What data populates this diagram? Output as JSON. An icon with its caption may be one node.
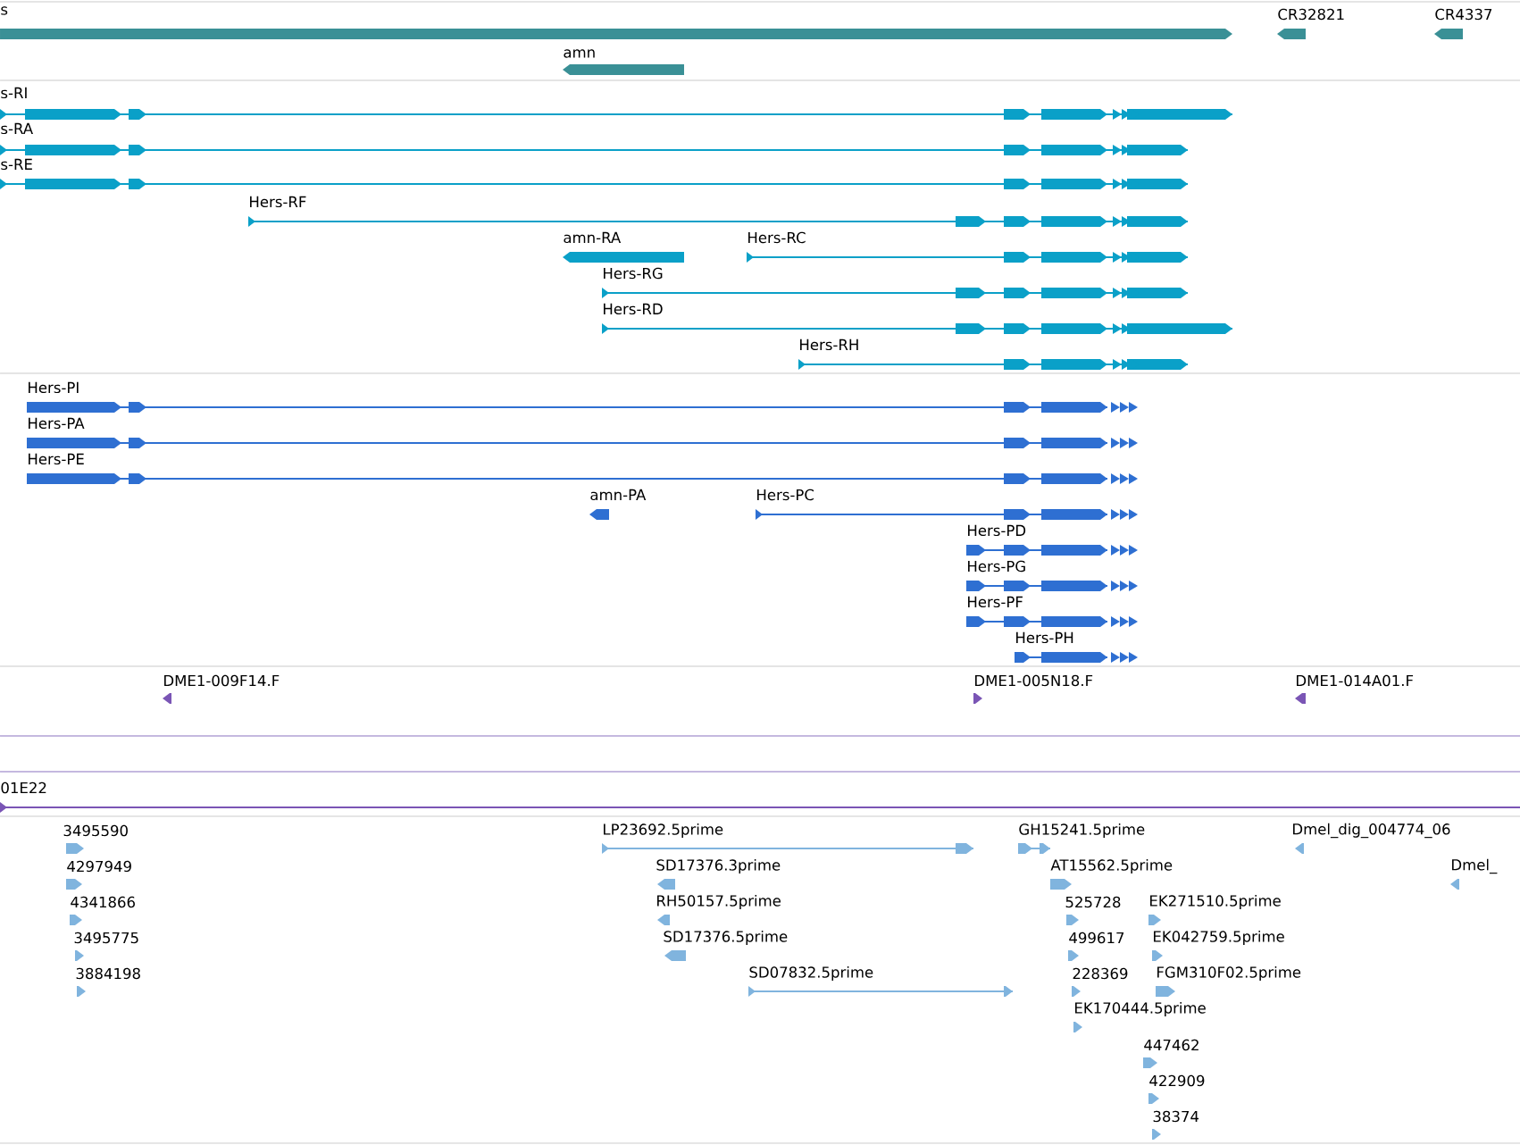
{
  "diagram": {
    "nodes": [
      {
        "text": [
          "s"
        ]
      },
      {
        "text": [
          "CR32821"
        ]
      },
      {
        "text": [
          "CR4337"
        ]
      },
      {
        "text": [
          "amn"
        ]
      },
      {
        "text": [
          "s-RI"
        ]
      },
      {
        "text": [
          "s-RA"
        ]
      },
      {
        "text": [
          "s-RE"
        ]
      },
      {
        "text": [
          "Hers-RF"
        ]
      },
      {
        "text": [
          "amn-RA"
        ]
      },
      {
        "text": [
          "Hers-RC"
        ]
      },
      {
        "text": [
          "Hers-RG"
        ]
      },
      {
        "text": [
          "Hers-RD"
        ]
      },
      {
        "text": [
          "Hers-RH"
        ]
      },
      {
        "text": [
          "Hers-PI"
        ]
      },
      {
        "text": [
          "Hers-PA"
        ]
      },
      {
        "text": [
          "Hers-PE"
        ]
      },
      {
        "text": [
          "amn-PA"
        ]
      },
      {
        "text": [
          "Hers-PC"
        ]
      },
      {
        "text": [
          "Hers-PD"
        ]
      },
      {
        "text": [
          "Hers-PG"
        ]
      },
      {
        "text": [
          "Hers-PF"
        ]
      },
      {
        "text": [
          "Hers-PH"
        ]
      },
      {
        "text": [
          "DME1-009F14.F"
        ]
      },
      {
        "text": [
          "DME1-005N18.F"
        ]
      },
      {
        "text": [
          "DME1-014A01.F"
        ]
      },
      {
        "text": [
          "01E22"
        ]
      },
      {
        "text": [
          "3495590"
        ]
      },
      {
        "text": [
          "4297949"
        ]
      },
      {
        "text": [
          "4341866"
        ]
      },
      {
        "text": [
          "3495775"
        ]
      },
      {
        "text": [
          "3884198"
        ]
      },
      {
        "text": [
          "LP23692.5prime"
        ]
      },
      {
        "text": [
          "GH15241.5prime"
        ]
      },
      {
        "text": [
          "Dmel_dig_004774_06"
        ]
      },
      {
        "text": [
          "SD17376.3prime"
        ]
      },
      {
        "text": [
          "AT15562.5prime"
        ]
      },
      {
        "text": [
          "Dmel_"
        ]
      },
      {
        "text": [
          "RH50157.5prime"
        ]
      },
      {
        "text": [
          "525728"
        ]
      },
      {
        "text": [
          "EK271510.5prime"
        ]
      },
      {
        "text": [
          "SD17376.5prime"
        ]
      },
      {
        "text": [
          "499617"
        ]
      },
      {
        "text": [
          "EK042759.5prime"
        ]
      },
      {
        "text": [
          "SD07832.5prime"
        ]
      },
      {
        "text": [
          "228369"
        ]
      },
      {
        "text": [
          "FGM310F02.5prime"
        ]
      },
      {
        "text": [
          "EK170444.5prime"
        ]
      },
      {
        "text": [
          "447462"
        ]
      },
      {
        "text": [
          "422909"
        ]
      },
      {
        "text": [
          "38374"
        ]
      }
    ]
  }
}
